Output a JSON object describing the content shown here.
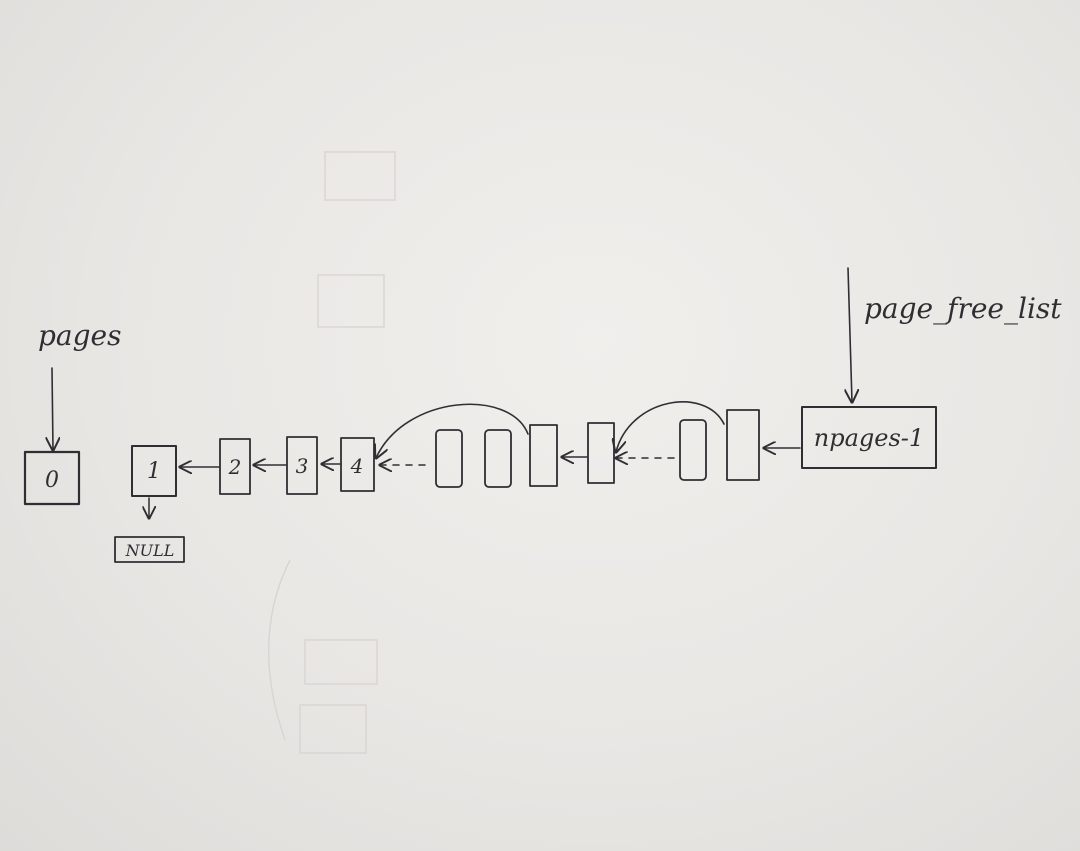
{
  "labels": {
    "pages": "pages",
    "page_free_list": "page_free_list",
    "null": "NULL"
  },
  "nodes": {
    "node0": "0",
    "node1": "1",
    "node2": "2",
    "node3": "3",
    "node4": "4",
    "last": "npages-1"
  },
  "colors": {
    "paper": "#ebe9e6",
    "ink": "#2f2f33"
  }
}
